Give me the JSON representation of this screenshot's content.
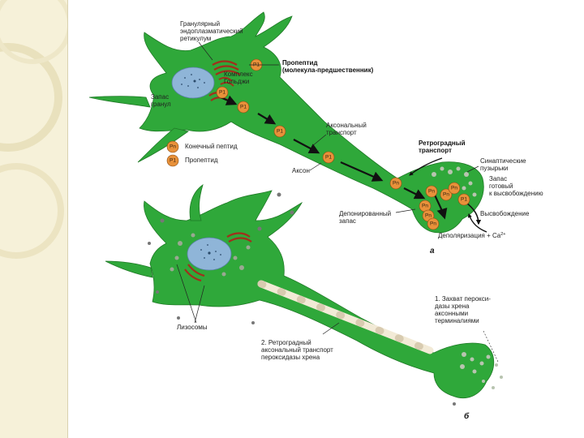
{
  "labels_a": {
    "rough_er": [
      "Гранулярный",
      "эндоплазматический",
      "ретикулум"
    ],
    "propeptide": [
      "Пропептид",
      "(молекула-предшественник)"
    ],
    "golgi": [
      "Комплекс",
      "Гольджи"
    ],
    "granule_store": [
      "Запас",
      "гранул"
    ],
    "axonal_transport": [
      "Аксональный",
      "транспорт"
    ],
    "retrograde_transport": [
      "Ретроградный",
      "транспорт"
    ],
    "synaptic_vesicles": [
      "Синаптические",
      "пузырьки"
    ],
    "ready_store": [
      "Запас",
      "готовый",
      "к высвобождению"
    ],
    "release": "Высвобождение",
    "depolarization": "Деполяризация + Ca",
    "depolarization_sup": "2+",
    "depot_store": [
      "Депонированный",
      "запас"
    ],
    "axon": "Аксон",
    "legend_final": "Конечный пептид",
    "legend_pro": "Пропептид"
  },
  "labels_b": {
    "step1": [
      "1. Захват перокси-",
      "дазы хрена",
      "аксонными",
      "терминалиями"
    ],
    "step2": [
      "2. Ретроградный",
      "аксональный транспорт",
      "пероксидазы хрена"
    ],
    "lysosomes": "Лизосомы"
  },
  "tags": {
    "pro": "P1",
    "final": "Pn"
  },
  "panel_letters": {
    "a": "а",
    "b": "б"
  },
  "colors": {
    "cell": "#2fa83a",
    "cell_edge": "#1f7a26",
    "nucleus": "#8fb5d8",
    "er": "#a0301c",
    "peptide": "#e8913a",
    "arrow": "#111111",
    "transport_band": "#f2ead6"
  }
}
